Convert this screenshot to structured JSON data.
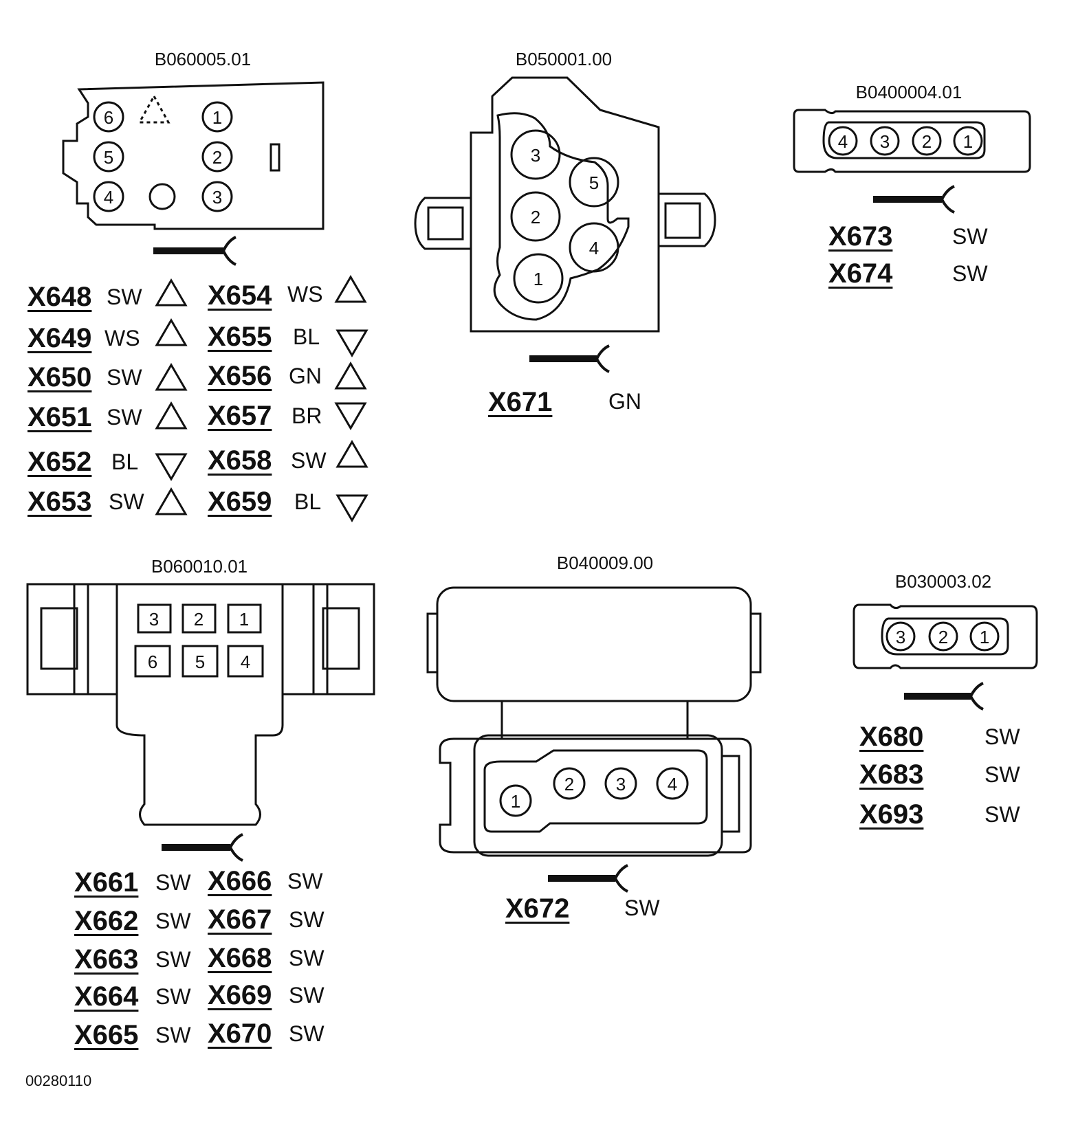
{
  "figure_id": "00280110",
  "connectors": {
    "c1": {
      "code": "B060005.01",
      "pins": [
        "1",
        "2",
        "3",
        "4",
        "5",
        "6"
      ],
      "wires": [
        {
          "line": "X648",
          "color": "SW",
          "marker": "up"
        },
        {
          "line": "X649",
          "color": "WS",
          "marker": "up"
        },
        {
          "line": "X650",
          "color": "SW",
          "marker": "up"
        },
        {
          "line": "X651",
          "color": "SW",
          "marker": "up"
        },
        {
          "line": "X652",
          "color": "BL",
          "marker": "down"
        },
        {
          "line": "X653",
          "color": "SW",
          "marker": "up"
        },
        {
          "line": "X654",
          "color": "WS",
          "marker": "up"
        },
        {
          "line": "X655",
          "color": "BL",
          "marker": "down"
        },
        {
          "line": "X656",
          "color": "GN",
          "marker": "up"
        },
        {
          "line": "X657",
          "color": "BR",
          "marker": "down"
        },
        {
          "line": "X658",
          "color": "SW",
          "marker": "up"
        },
        {
          "line": "X659",
          "color": "BL",
          "marker": "down"
        }
      ]
    },
    "c2": {
      "code": "B050001.00",
      "pins": [
        "1",
        "2",
        "3",
        "4",
        "5"
      ],
      "wires": [
        {
          "line": "X671",
          "color": "GN"
        }
      ]
    },
    "c3": {
      "code": "B0400004.01",
      "pins": [
        "1",
        "2",
        "3",
        "4"
      ],
      "wires": [
        {
          "line": "X673",
          "color": "SW"
        },
        {
          "line": "X674",
          "color": "SW"
        }
      ]
    },
    "c4": {
      "code": "B060010.01",
      "pins": [
        "1",
        "2",
        "3",
        "4",
        "5",
        "6"
      ],
      "wires": [
        {
          "line": "X661",
          "color": "SW"
        },
        {
          "line": "X662",
          "color": "SW"
        },
        {
          "line": "X663",
          "color": "SW"
        },
        {
          "line": "X664",
          "color": "SW"
        },
        {
          "line": "X665",
          "color": "SW"
        },
        {
          "line": "X666",
          "color": "SW"
        },
        {
          "line": "X667",
          "color": "SW"
        },
        {
          "line": "X668",
          "color": "SW"
        },
        {
          "line": "X669",
          "color": "SW"
        },
        {
          "line": "X670",
          "color": "SW"
        }
      ]
    },
    "c5": {
      "code": "B040009.00",
      "pins": [
        "1",
        "2",
        "3",
        "4"
      ],
      "wires": [
        {
          "line": "X672",
          "color": "SW"
        }
      ]
    },
    "c6": {
      "code": "B030003.02",
      "pins": [
        "1",
        "2",
        "3"
      ],
      "wires": [
        {
          "line": "X680",
          "color": "SW"
        },
        {
          "line": "X683",
          "color": "SW"
        },
        {
          "line": "X693",
          "color": "SW"
        }
      ]
    }
  }
}
